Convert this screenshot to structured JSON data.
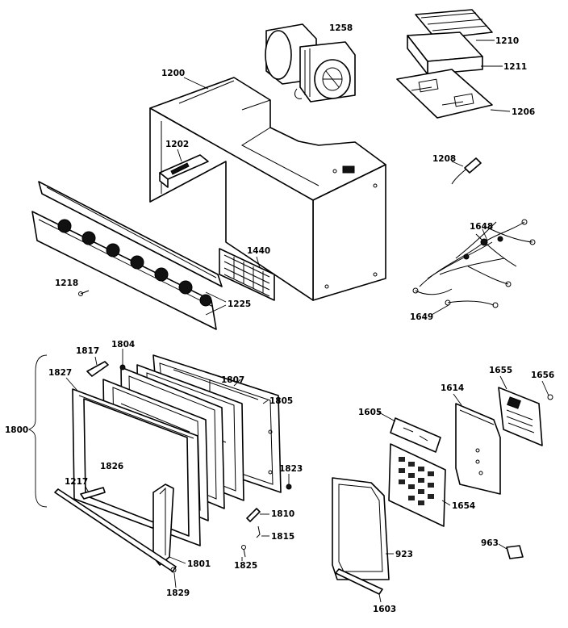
{
  "callouts": {
    "c1258": "1258",
    "c1210": "1210",
    "c1211": "1211",
    "c1206": "1206",
    "c1200": "1200",
    "c1202": "1202",
    "c1208": "1208",
    "c1648": "1648",
    "c1440": "1440",
    "c1218": "1218",
    "c1225": "1225",
    "c1649": "1649",
    "c1817": "1817",
    "c1804": "1804",
    "c1807": "1807",
    "c1827": "1827",
    "c1805": "1805",
    "c1800": "1800",
    "c1826": "1826",
    "c1823": "1823",
    "c1217": "1217",
    "c1810": "1810",
    "c1815": "1815",
    "c1801": "1801",
    "c1825": "1825",
    "c1829": "1829",
    "c1614": "1614",
    "c1655": "1655",
    "c1656": "1656",
    "c1605": "1605",
    "c1654": "1654",
    "c923": "923",
    "c963": "963",
    "c1603": "1603"
  }
}
